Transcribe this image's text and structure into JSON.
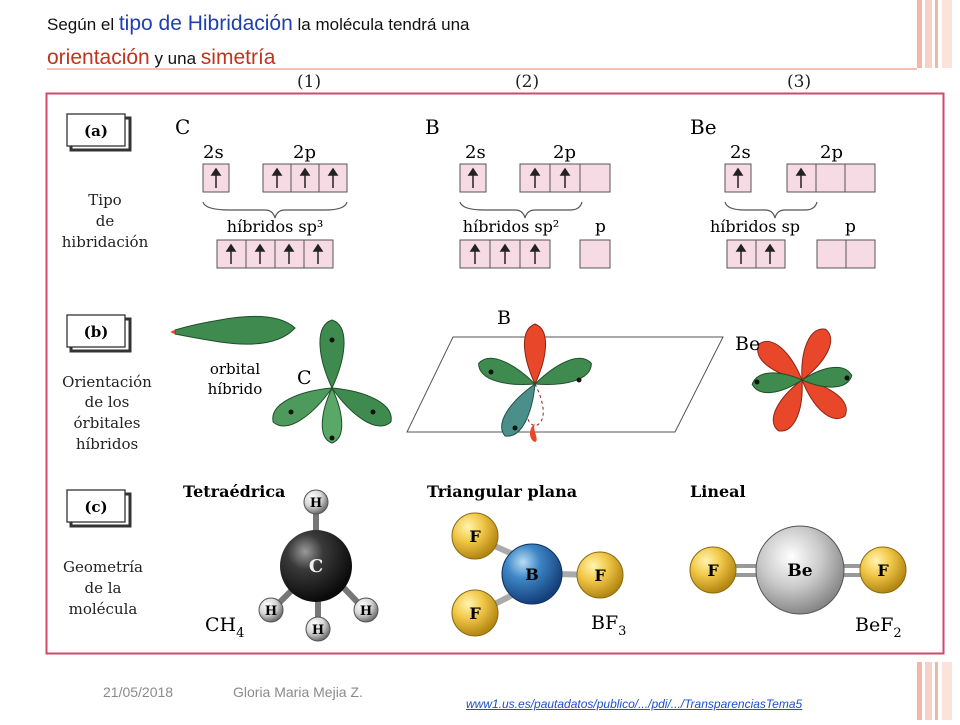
{
  "title": {
    "p1": "Según el ",
    "p2": "tipo de Hibridación",
    "p3": " la molécula tendrá una",
    "p4": "orientación",
    "p5": " y una ",
    "p6": "simetría"
  },
  "columns": [
    "(1)",
    "(2)",
    "(3)"
  ],
  "rows": {
    "a": {
      "tag": "(a)",
      "label": [
        "Tipo",
        "de",
        "hibridación"
      ]
    },
    "b": {
      "tag": "(b)",
      "label": [
        "Orientación",
        "de los",
        "órbitales",
        "híbridos"
      ]
    },
    "c": {
      "tag": "(c)",
      "label": [
        "Geometría",
        "de la",
        "molécula"
      ]
    }
  },
  "hybridization": {
    "carbon": {
      "atom": "C",
      "s": "2s",
      "p": "2p",
      "hybrid": "híbridos sp³"
    },
    "boron": {
      "atom": "B",
      "s": "2s",
      "p": "2p",
      "hybrid": "híbridos sp²",
      "extra": "p"
    },
    "beryllium": {
      "atom": "Be",
      "s": "2s",
      "p": "2p",
      "hybrid": "híbridos sp",
      "extra": "p"
    }
  },
  "orbitals": {
    "hybrid_label": [
      "orbital",
      "híbrido"
    ],
    "carbon": "C",
    "boron": "B",
    "beryllium": "Be"
  },
  "geometry": {
    "tetrahedral": {
      "name": "Tetraédrica",
      "formula": "CH",
      "sub": "4",
      "center": "C",
      "ligand": "H"
    },
    "trigonal": {
      "name": "Triangular plana",
      "formula": "BF",
      "sub": "3",
      "center": "B",
      "ligand": "F"
    },
    "linear": {
      "name": "Lineal",
      "formula": "BeF",
      "sub": "2",
      "center": "Be",
      "ligand": "F"
    }
  },
  "footer": {
    "date": "21/05/2018",
    "author": "Gloria Maria Mejia Z.",
    "source": "www1.us.es/pautadatos/publico/.../pdi/.../TransparenciasTema5"
  },
  "colors": {
    "accent": "#f4b8a8",
    "frame": "#d04a6a",
    "orbital_green": "#3f8a4f",
    "orbital_red": "#e8472a",
    "box_pink": "#f7dbe4"
  }
}
